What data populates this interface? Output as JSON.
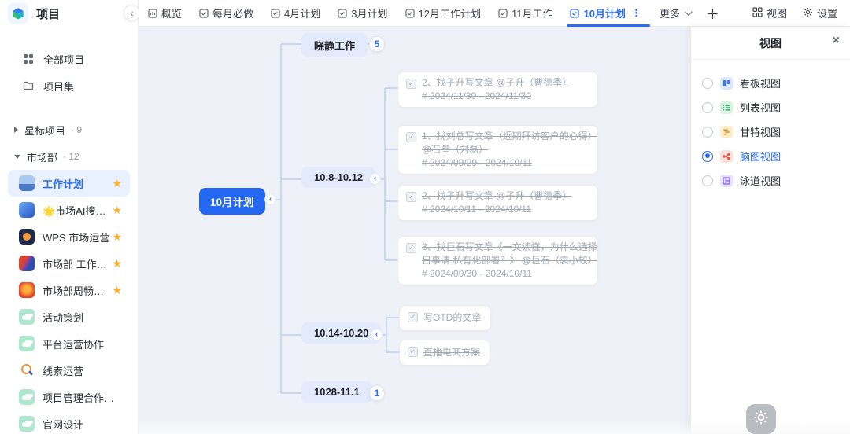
{
  "app": {
    "title": "项目",
    "collapse_icon": "‹"
  },
  "sidebar": {
    "menu": [
      {
        "label": "全部项目"
      },
      {
        "label": "项目集"
      }
    ],
    "groups": [
      {
        "label": "星标项目",
        "count": "9"
      },
      {
        "label": "市场部",
        "count": "12"
      }
    ],
    "projects": [
      {
        "label": "工作计划",
        "starred": true,
        "selected": true
      },
      {
        "label": "🌟市场AI搜索营...",
        "starred": true
      },
      {
        "label": "WPS 市场运营",
        "starred": true
      },
      {
        "label": "市场部 工作对接",
        "starred": true
      },
      {
        "label": "市场部周畅问题...",
        "starred": true
      },
      {
        "label": "活动策划"
      },
      {
        "label": "平台运营协作"
      },
      {
        "label": "线索运营"
      },
      {
        "label": "项目管理合作进展"
      },
      {
        "label": "官网设计"
      }
    ]
  },
  "topbar": {
    "tabs": [
      {
        "label": "概览"
      },
      {
        "label": "每月必做"
      },
      {
        "label": "4月计划"
      },
      {
        "label": "3月计划"
      },
      {
        "label": "12月工作计划"
      },
      {
        "label": "11月工作"
      },
      {
        "label": "10月计划",
        "active": true,
        "menu_dots": "⋮"
      }
    ],
    "more_label": "更多",
    "add_label": "＋",
    "view_label": "视图",
    "settings_label": "设置"
  },
  "mindmap": {
    "root": {
      "label": "10月计划",
      "collapse": "‹"
    },
    "branches": [
      {
        "label": "晓静工作",
        "badge": "5"
      },
      {
        "label": "10.8-10.12",
        "collapse": "‹"
      },
      {
        "label": "10.14-10.20",
        "collapse": "‹"
      },
      {
        "label": "1028-11.1",
        "badge": "1"
      }
    ],
    "cards": [
      {
        "check": "✓",
        "lines": [
          "2、找子升写文章 @子升（曹德季）",
          "# 2024/11/30 - 2024/11/30"
        ]
      },
      {
        "check": "✓",
        "lines": [
          "1、找刘总写文章（近期拜访客户的心得）",
          "@石叁（刘磊）",
          "# 2024/09/29 - 2024/10/11"
        ]
      },
      {
        "check": "✓",
        "lines": [
          "2、找子升写文章 @子升（曹德季）",
          "# 2024/10/11 - 2024/10/11"
        ]
      },
      {
        "check": "✓",
        "lines": [
          "3、找巨石写文章《一文读懂，为什么选择",
          "日事清 私有化部署？》 @巨石（袁小蛟）",
          "# 2024/09/30 - 2024/10/11"
        ]
      },
      {
        "check": "✓",
        "lines": [
          "写OTD的文章"
        ]
      },
      {
        "check": "✓",
        "lines": [
          "直播电商方案"
        ]
      }
    ]
  },
  "views_panel": {
    "title": "视图",
    "close_icon": "×",
    "options": [
      {
        "label": "看板视图",
        "selected": false
      },
      {
        "label": "列表视图",
        "selected": false
      },
      {
        "label": "甘特视图",
        "selected": false
      },
      {
        "label": "脑图视图",
        "selected": true
      },
      {
        "label": "泳道视图",
        "selected": false
      }
    ]
  },
  "colors": {
    "accent": "#2b6cf0",
    "root_node": "#2468f2",
    "branch_node": "#e2eafc",
    "canvas_bg": "#eef1f7",
    "star": "#ffb02e",
    "connector": "#bccdf0",
    "done_text": "#a2a8b3"
  }
}
